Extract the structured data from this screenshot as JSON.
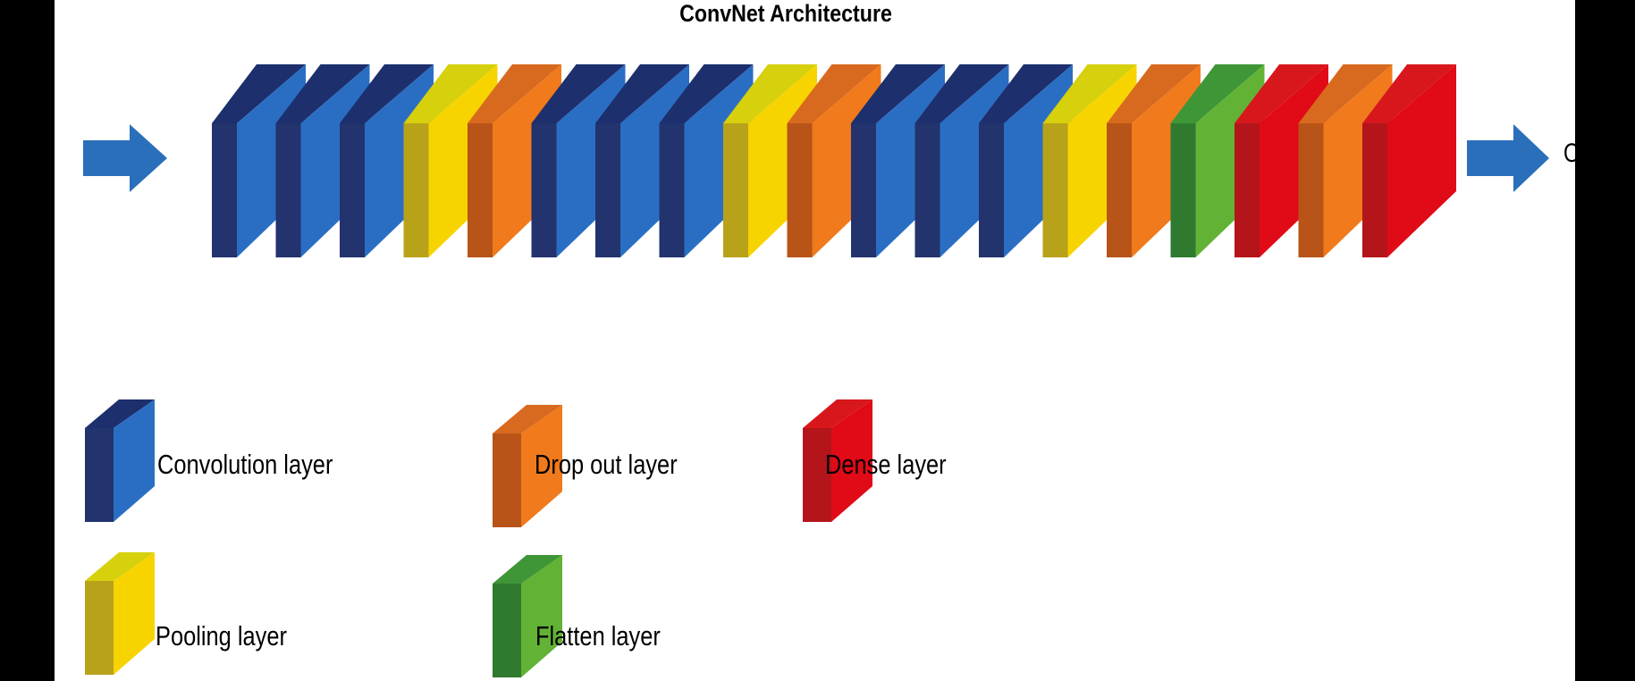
{
  "diagram": {
    "title": "ConvNet Architecture",
    "output_label": "O",
    "colors": {
      "conv": {
        "front": "#2a6ec4",
        "side": "#22336d",
        "top": "#1d2f6d"
      },
      "pool": {
        "front": "#f7d400",
        "side": "#b8a21a",
        "top": "#d6d00d"
      },
      "dropout": {
        "front": "#f07a1c",
        "side": "#b85418",
        "top": "#d86a1f"
      },
      "flatten": {
        "front": "#62b236",
        "side": "#2f7a2f",
        "top": "#3e9636"
      },
      "dense": {
        "front": "#e10a17",
        "side": "#b3151a",
        "top": "#d8171d"
      },
      "arrow": "#2a6fba"
    },
    "layers": [
      "conv",
      "conv",
      "conv",
      "pool",
      "dropout",
      "conv",
      "conv",
      "conv",
      "pool",
      "dropout",
      "conv",
      "conv",
      "conv",
      "pool",
      "dropout",
      "flatten",
      "dense",
      "dropout",
      "dense"
    ],
    "legend": [
      {
        "type": "conv",
        "label": "Convolution layer"
      },
      {
        "type": "dropout",
        "label": "Drop out layer"
      },
      {
        "type": "dense",
        "label": "Dense layer"
      },
      {
        "type": "pool",
        "label": "Pooling layer"
      },
      {
        "type": "flatten",
        "label": "Flatten layer"
      }
    ]
  }
}
